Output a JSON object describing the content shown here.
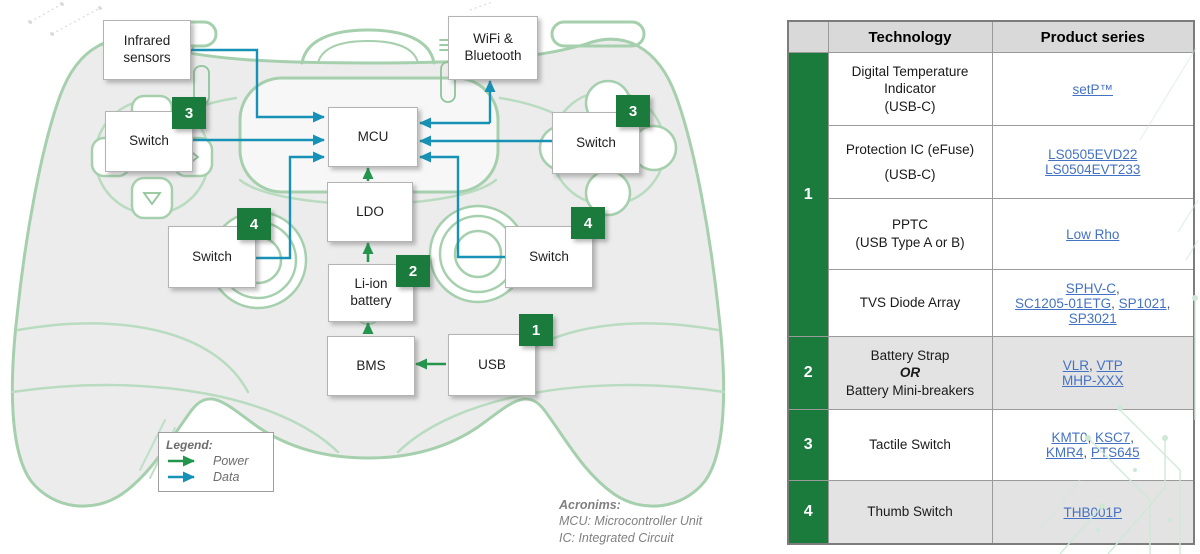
{
  "diagram": {
    "nodes": {
      "infrared": {
        "label": "Infrared\nsensors"
      },
      "switch_left_top": {
        "label": "Switch",
        "badge": "3"
      },
      "switch_left_bot": {
        "label": "Switch",
        "badge": "4"
      },
      "mcu": {
        "label": "MCU"
      },
      "ldo": {
        "label": "LDO"
      },
      "battery": {
        "label": "Li-ion\nbattery",
        "badge": "2"
      },
      "bms": {
        "label": "BMS"
      },
      "usb": {
        "label": "USB",
        "badge": "1"
      },
      "wifi": {
        "label": "WiFi &\nBluetooth"
      },
      "switch_right_top": {
        "label": "Switch",
        "badge": "3"
      },
      "switch_right_bot": {
        "label": "Switch",
        "badge": "4"
      }
    },
    "connections": [
      {
        "from": "Infrared sensors",
        "to": "MCU",
        "type": "data"
      },
      {
        "from": "Switch (3, left)",
        "to": "MCU",
        "type": "data"
      },
      {
        "from": "Switch (4, left)",
        "to": "MCU",
        "type": "data"
      },
      {
        "from": "MCU",
        "to": "WiFi & Bluetooth",
        "type": "data",
        "bidirectional": true
      },
      {
        "from": "Switch (3, right)",
        "to": "MCU",
        "type": "data"
      },
      {
        "from": "Switch (4, right)",
        "to": "MCU",
        "type": "data"
      },
      {
        "from": "LDO",
        "to": "MCU",
        "type": "power"
      },
      {
        "from": "Li-ion battery",
        "to": "LDO",
        "type": "power"
      },
      {
        "from": "BMS",
        "to": "Li-ion battery",
        "type": "power"
      },
      {
        "from": "USB",
        "to": "BMS",
        "type": "power"
      }
    ],
    "legend": {
      "title": "Legend:",
      "items": [
        {
          "label": "Power",
          "color": "#23954d"
        },
        {
          "label": "Data",
          "color": "#1791b5"
        }
      ]
    },
    "acronyms": {
      "title": "Acronims:",
      "lines": [
        "MCU: Microcontroller Unit",
        "IC: Integrated Circuit"
      ]
    }
  },
  "table": {
    "headers": [
      "Technology",
      "Product series"
    ],
    "groups": [
      {
        "num": "1",
        "shade": false,
        "rows": [
          {
            "tech": [
              "Digital Temperature",
              "Indicator",
              "(USB-C)"
            ],
            "products": [
              {
                "links": [
                  "setP™"
                ],
                "trail": ""
              }
            ]
          },
          {
            "tech": [
              "Protection IC (eFuse)",
              "(USB-C)"
            ],
            "products": [
              {
                "links": [
                  "LS0505EVD22"
                ],
                "trail": ""
              },
              {
                "links": [
                  "LS0504EVT233"
                ],
                "trail": ""
              }
            ]
          },
          {
            "tech": [
              "PPTC",
              "(USB Type A or B)"
            ],
            "products": [
              {
                "links": [
                  "Low Rho"
                ],
                "trail": ""
              }
            ]
          },
          {
            "tech": [
              "TVS Diode Array"
            ],
            "products": [
              {
                "links": [
                  "SPHV-C"
                ],
                "trail": ","
              },
              {
                "links": [
                  "SC1205-01ETG",
                  "SP1021"
                ],
                "trail": ","
              },
              {
                "links": [
                  "SP3021"
                ],
                "trail": ""
              }
            ]
          }
        ]
      },
      {
        "num": "2",
        "shade": true,
        "rows": [
          {
            "tech": [
              "Battery Strap",
              {
                "t": "OR",
                "bi": true
              },
              "Battery Mini-breakers"
            ],
            "products": [
              {
                "links": [
                  "VLR",
                  "VTP"
                ],
                "trail": ""
              },
              {
                "links": [
                  "MHP-XXX"
                ],
                "trail": ""
              }
            ]
          }
        ]
      },
      {
        "num": "3",
        "shade": false,
        "rows": [
          {
            "tech": [
              "Tactile Switch"
            ],
            "products": [
              {
                "links": [
                  "KMT0",
                  "KSC7"
                ],
                "trail": ","
              },
              {
                "links": [
                  "KMR4",
                  "PTS645"
                ],
                "trail": ""
              }
            ]
          }
        ]
      },
      {
        "num": "4",
        "shade": true,
        "rows": [
          {
            "tech": [
              "Thumb Switch"
            ],
            "products": [
              {
                "links": [
                  "THB001P"
                ],
                "trail": ""
              }
            ]
          }
        ]
      }
    ]
  },
  "colors": {
    "badge_green": "#1b7b3d",
    "power_green": "#23954d",
    "data_blue": "#1791b5",
    "link_blue": "#4472c4",
    "header_gray": "#d9d9d9",
    "shade_gray": "#e3e3e3",
    "controller_green": "#a6d0ad"
  }
}
